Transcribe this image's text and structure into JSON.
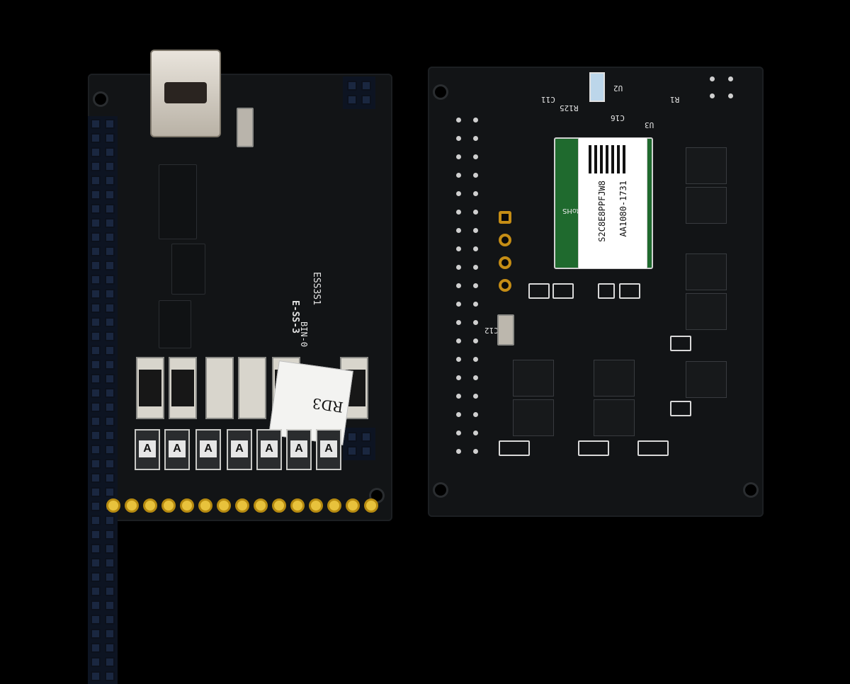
{
  "left_board": {
    "silkscreen": [
      "E-SS-3",
      "ESS3S1",
      "BIN-0"
    ],
    "sticker_text": "RD3",
    "fuse_labels": [
      "A",
      "A",
      "A",
      "A",
      "A",
      "A",
      "A"
    ]
  },
  "right_board": {
    "module_label": {
      "line1": "S2C8E8PPFJW8",
      "line2": "AA1080-1731"
    },
    "module_rohs": "RoHS",
    "designators": [
      "C11",
      "R125",
      "C16",
      "U3",
      "U2",
      "C12",
      "R1"
    ]
  },
  "colors": {
    "background": "#000000",
    "pcb": "#121416",
    "gold": "#e8c23c",
    "module_green": "#1f6a2e"
  }
}
